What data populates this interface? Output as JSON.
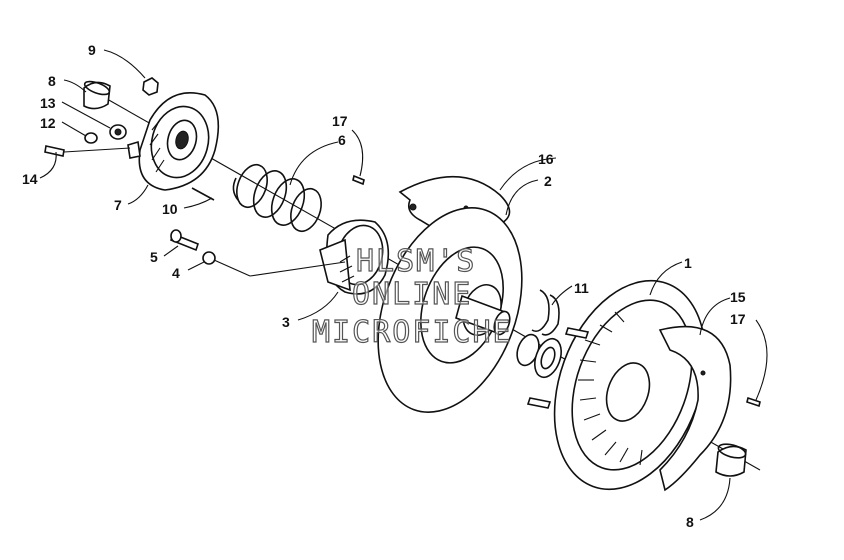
{
  "callouts": {
    "c1": "1",
    "c2": "2",
    "c3": "3",
    "c4": "4",
    "c5": "5",
    "c6": "6",
    "c7": "7",
    "c8a": "8",
    "c8b": "8",
    "c9": "9",
    "c10": "10",
    "c11": "11",
    "c12": "12",
    "c13": "13",
    "c14": "14",
    "c15": "15",
    "c16": "16",
    "c17a": "17",
    "c17b": "17"
  },
  "watermark": {
    "line1": "HLSM'S",
    "line2": "ONLINE",
    "line3": "MICROFICHE"
  }
}
